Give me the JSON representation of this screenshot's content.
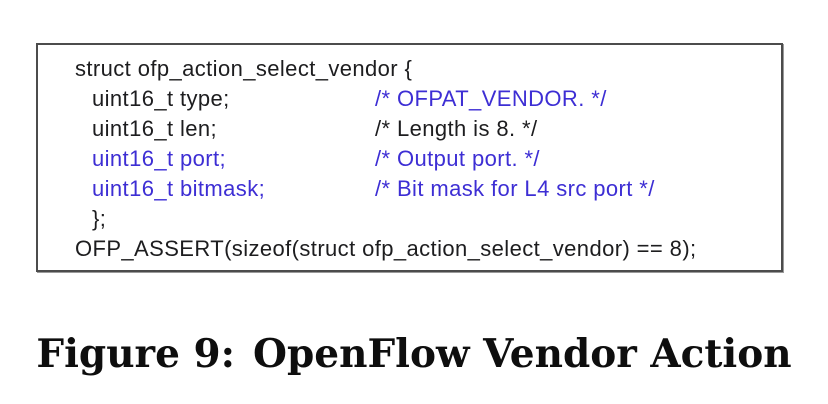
{
  "colors": {
    "background": "#ffffff",
    "box_border": "#4c4c4c",
    "code_dark": "#1d1d1f",
    "code_blue": "#3d2ed4"
  },
  "code_block": {
    "lines": [
      {
        "decl": "struct ofp_action_select_vendor {",
        "decl_color": "dark",
        "indent": 0
      },
      {
        "decl": "uint16_t type;",
        "decl_color": "dark",
        "comment": "/* OFPAT_VENDOR. */",
        "comment_color": "blue",
        "indent": 1
      },
      {
        "decl": "uint16_t len;",
        "decl_color": "dark",
        "comment": "/* Length is 8. */",
        "comment_color": "dark",
        "indent": 1
      },
      {
        "decl": "uint16_t port;",
        "decl_color": "blue",
        "comment": "/* Output port. */",
        "comment_color": "blue",
        "indent": 1
      },
      {
        "decl": "uint16_t bitmask;",
        "decl_color": "blue",
        "comment": "/* Bit mask for L4 src port */",
        "comment_color": "blue",
        "indent": 1
      },
      {
        "decl": "};",
        "decl_color": "dark",
        "indent": 1
      },
      {
        "decl": "OFP_ASSERT(sizeof(struct ofp_action_select_vendor) == 8);",
        "decl_color": "dark",
        "indent": 0
      }
    ]
  },
  "figure": {
    "caption_label": "Figure 9:",
    "caption_title": "OpenFlow Vendor Action"
  }
}
